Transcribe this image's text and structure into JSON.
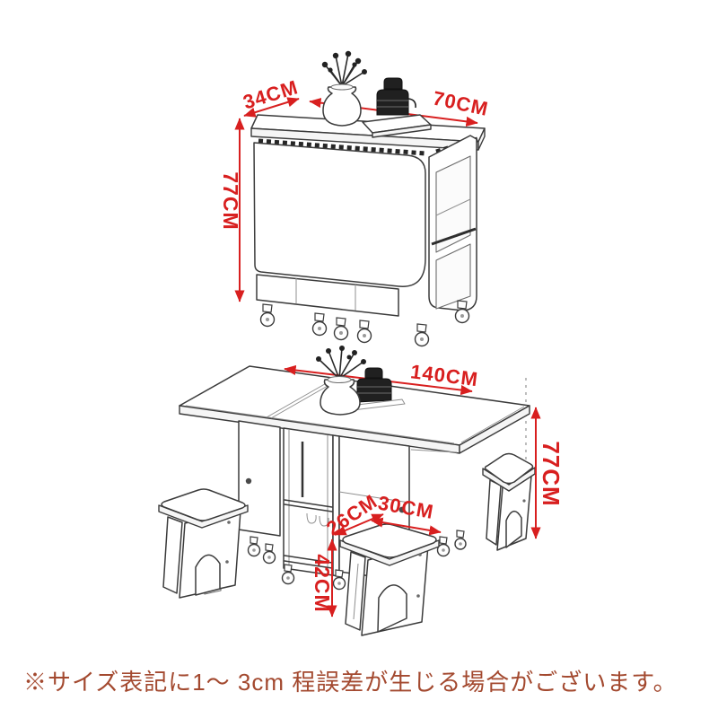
{
  "colors": {
    "dimension_red": "#d81f1f",
    "note_brown": "#a3492f",
    "line_art": "#3b3b3b",
    "background": "#ffffff"
  },
  "folded_view": {
    "dims": {
      "depth": "34CM",
      "width": "70CM",
      "height": "77CM"
    }
  },
  "unfolded_view": {
    "dims": {
      "width": "140CM",
      "height": "77CM",
      "stool_seat_depth": "26CM",
      "stool_seat_width": "30CM",
      "stool_leg_height": "42CM"
    }
  },
  "note": {
    "text": "※サイズ表記に1～ 3cm 程誤差が生じる場合がございます。"
  }
}
